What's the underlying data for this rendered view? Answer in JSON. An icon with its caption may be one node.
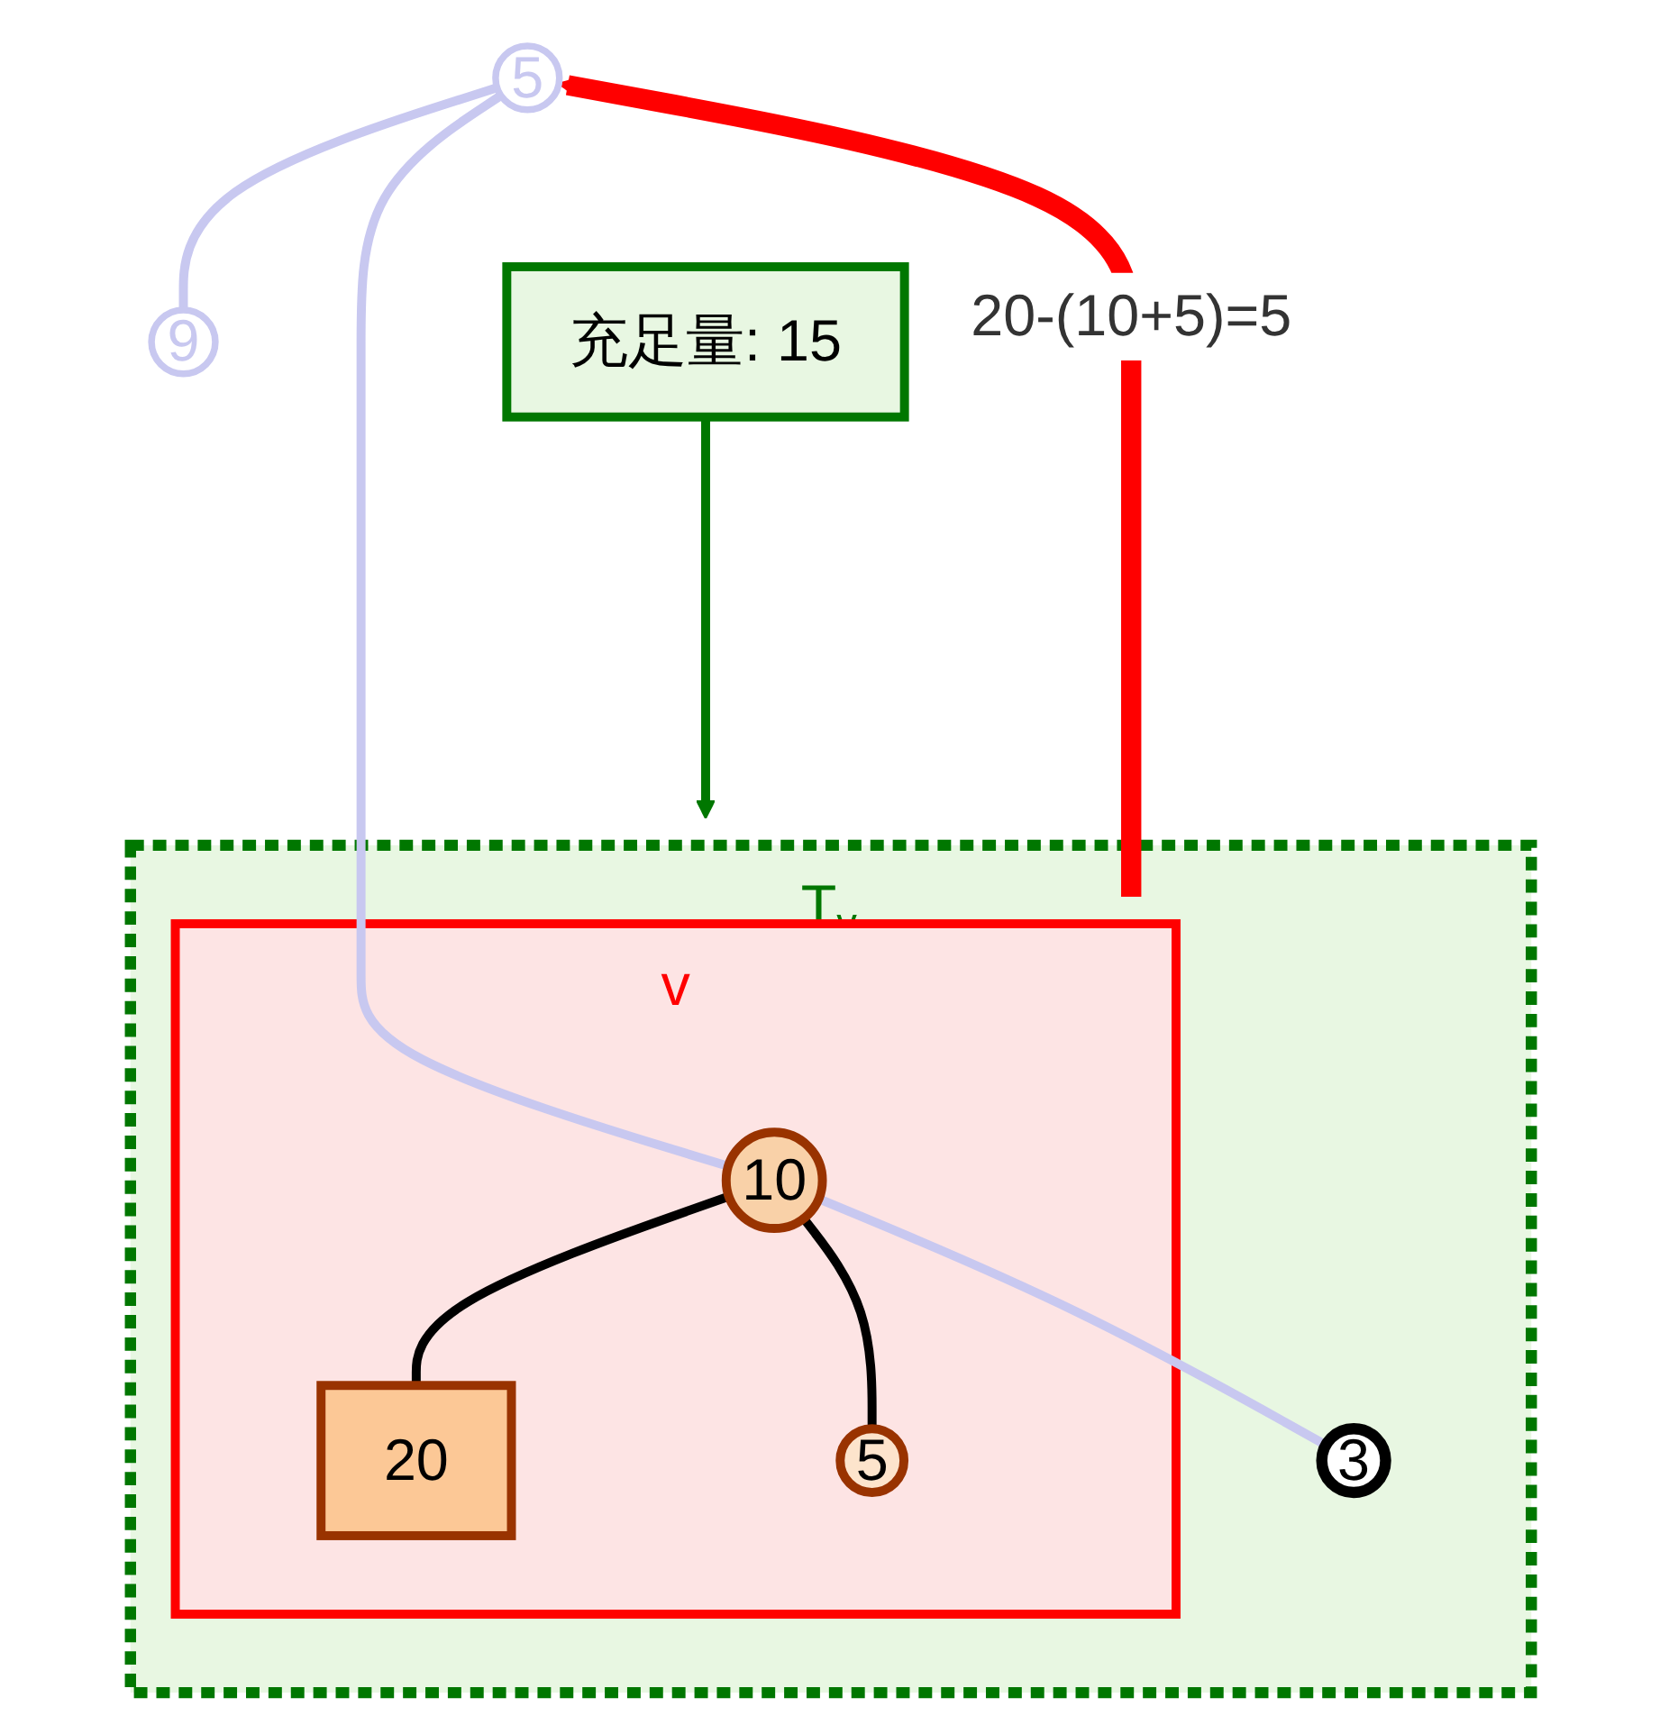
{
  "diagram": {
    "nodes": [
      {
        "text": [
          "T$_{v}$"
        ]
      },
      {
        "text": [
          "v"
        ],
        "in": 0
      },
      {
        "text": [
          "10"
        ],
        "in": 1
      },
      {
        "text": [
          "20"
        ],
        "in": 1
      },
      {
        "text": [
          "5"
        ],
        "in": 1
      },
      {
        "text": [
          "3"
        ],
        "in": 0
      },
      {
        "text": [
          "5"
        ]
      },
      {
        "text": [
          "9"
        ]
      },
      {
        "text": [
          "充足量: 15"
        ]
      }
    ],
    "edges": [
      {
        "from": 6,
        "to": 2,
        "arrow": "none",
        "color": "#c8c8f0"
      },
      {
        "from": 6,
        "to": 7,
        "arrow": "none",
        "color": "#c8c8f0"
      },
      {
        "from": 2,
        "to": 3,
        "arrow": "none",
        "color": "#000000"
      },
      {
        "from": 2,
        "to": 4,
        "arrow": "none",
        "color": "#000000"
      },
      {
        "from": 2,
        "to": 5,
        "arrow": "none",
        "color": "#c8c8f0"
      },
      {
        "from": 1,
        "to": 6,
        "arrow": "to",
        "label": "20-(10+5)=5",
        "style": "thick",
        "color": "#ff0000"
      },
      {
        "from": 8,
        "to": 0,
        "arrow": "to",
        "color": "#007700"
      }
    ]
  }
}
